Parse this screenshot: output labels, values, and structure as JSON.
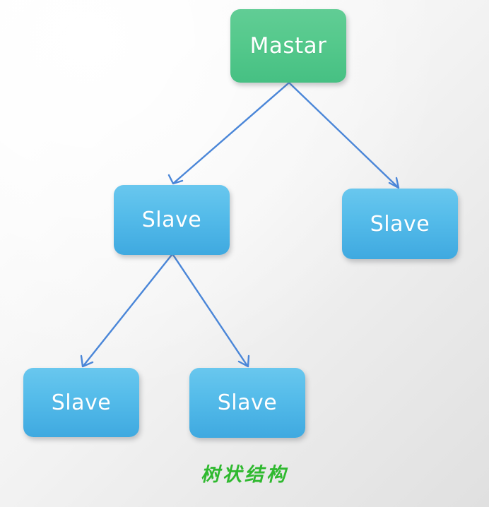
{
  "diagram": {
    "title": "树状结构",
    "caption": "树状结构",
    "caption_color": "#2fb92f",
    "background_from": "#fdfdfd",
    "background_to": "#e0e0e0",
    "edge_color": "#4a86d8",
    "nodes": [
      {
        "id": "master",
        "label": "Mastar",
        "role": "master",
        "fill_top": "#61cd95",
        "fill_bottom": "#46c083",
        "text_color": "#ffffff"
      },
      {
        "id": "slave-1",
        "label": "Slave",
        "role": "slave",
        "fill_top": "#69c7ee",
        "fill_bottom": "#3fa9e0",
        "text_color": "#ffffff"
      },
      {
        "id": "slave-2",
        "label": "Slave",
        "role": "slave",
        "fill_top": "#69c7ee",
        "fill_bottom": "#3fa9e0",
        "text_color": "#ffffff"
      },
      {
        "id": "slave-3",
        "label": "Slave",
        "role": "slave",
        "fill_top": "#69c7ee",
        "fill_bottom": "#3fa9e0",
        "text_color": "#ffffff"
      },
      {
        "id": "slave-4",
        "label": "Slave",
        "role": "slave",
        "fill_top": "#69c7ee",
        "fill_bottom": "#3fa9e0",
        "text_color": "#ffffff"
      }
    ],
    "edges": [
      {
        "id": "edge-master-slave1",
        "from": "master",
        "to": "slave-1"
      },
      {
        "id": "edge-master-slave2",
        "from": "master",
        "to": "slave-2"
      },
      {
        "id": "edge-slave1-slave3",
        "from": "slave-1",
        "to": "slave-3"
      },
      {
        "id": "edge-slave1-slave4",
        "from": "slave-1",
        "to": "slave-4"
      }
    ]
  }
}
